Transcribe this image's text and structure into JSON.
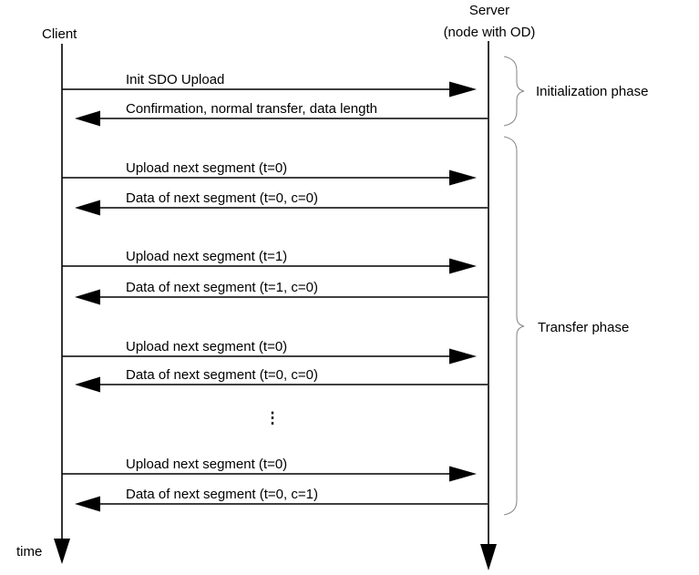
{
  "diagram": {
    "client": {
      "label": "Client"
    },
    "server": {
      "label_line1": "Server",
      "label_line2": "(node with OD)"
    },
    "time_label": "time",
    "ellipsis": "⋮",
    "colors": {
      "line": "#000000",
      "brace": "#8c8c8c",
      "text": "#000000",
      "background": "#ffffff"
    },
    "messages": [
      {
        "label": "Init SDO Upload",
        "direction": "client-to-server"
      },
      {
        "label": "Confirmation, normal transfer, data length",
        "direction": "server-to-client"
      },
      {
        "label": "Upload next segment (t=0)",
        "direction": "client-to-server"
      },
      {
        "label": "Data of next segment (t=0, c=0)",
        "direction": "server-to-client"
      },
      {
        "label": "Upload next segment (t=1)",
        "direction": "client-to-server"
      },
      {
        "label": "Data of next segment (t=1, c=0)",
        "direction": "server-to-client"
      },
      {
        "label": "Upload next segment (t=0)",
        "direction": "client-to-server"
      },
      {
        "label": "Data of next segment (t=0, c=0)",
        "direction": "server-to-client"
      },
      {
        "label": "Upload next segment (t=0)",
        "direction": "client-to-server"
      },
      {
        "label": "Data of next segment (t=0, c=1)",
        "direction": "server-to-client"
      }
    ],
    "phases": [
      {
        "label": "Initialization phase"
      },
      {
        "label": "Transfer phase"
      }
    ]
  }
}
